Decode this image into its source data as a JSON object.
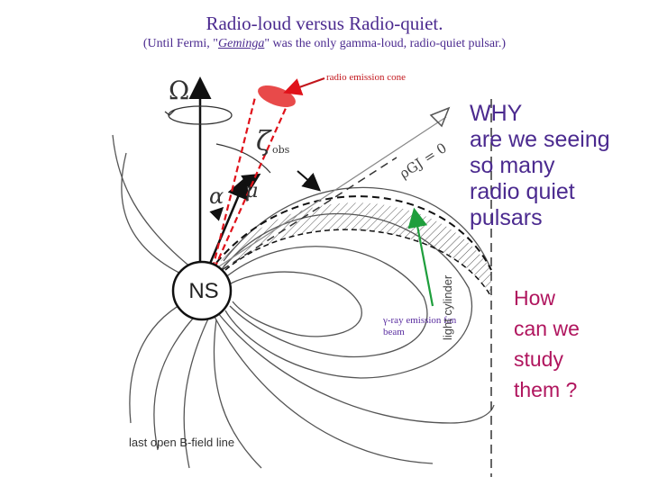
{
  "title": "Radio-loud versus Radio-quiet.",
  "subtitle_prefix": "(Until Fermi, \"",
  "subtitle_name": "Geminga",
  "subtitle_suffix": "\" was the only gamma-loud, radio-quiet pulsar.)",
  "labels": {
    "radio_cone": "radio emission cone",
    "gamma_fan": "γ-ray emission fan beam",
    "ns": "NS",
    "last_open": "last open B-field line",
    "light_cylinder": "light cylinder",
    "rho_gj": "ρGJ = 0",
    "zeta": "ζ",
    "zeta_sub": "obs",
    "omega": "Ω",
    "alpha": "α",
    "mu": "μ"
  },
  "questions": {
    "why": [
      "WHY",
      "are we seeing",
      "so many",
      "radio quiet",
      "pulsars"
    ],
    "how": [
      "How",
      "can we",
      "study",
      "them ?"
    ]
  },
  "colors": {
    "title": "#4b2a8f",
    "radio": "#e0121a",
    "gamma_arrow": "#1e9e3c",
    "how_text": "#b0155e"
  }
}
